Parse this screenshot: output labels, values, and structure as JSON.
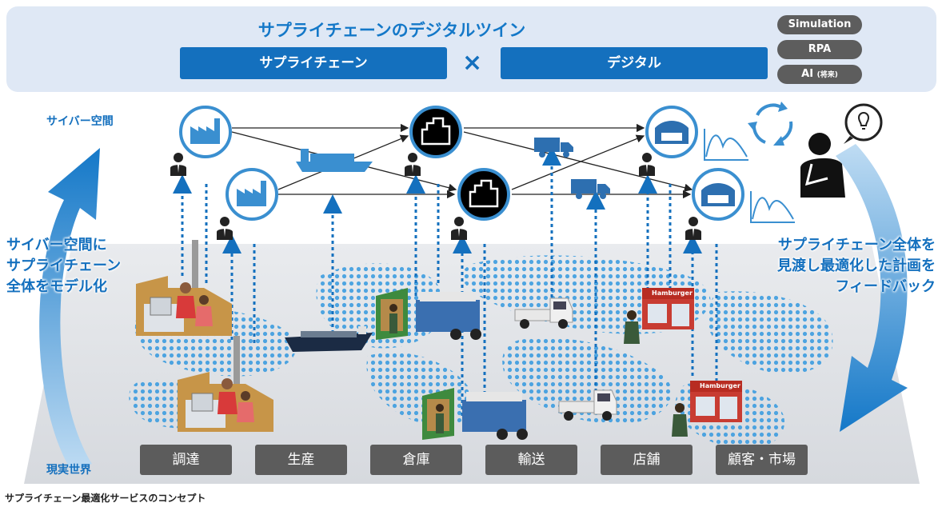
{
  "banner": {
    "title": "サプライチェーンのデジタルツイン",
    "left_box": "サプライチェーン",
    "times": "×",
    "right_box": "デジタル",
    "pills": [
      "Simulation",
      "RPA",
      "AI"
    ],
    "ai_note": "(将来)"
  },
  "cyber_label": "サイバー空間",
  "real_label": "現実世界",
  "left_text": [
    "サイバー空間に",
    "サプライチェーン",
    "全体をモデル化"
  ],
  "right_text": [
    "サプライチェーン全体を",
    "見渡し最適化した計画を",
    "フィードバック"
  ],
  "store_sign": "Hamburger",
  "stages": [
    "調達",
    "生産",
    "倉庫",
    "輸送",
    "店舗",
    "顧客・市場"
  ],
  "caption": "サプライチェーン最適化サービスのコンセプト",
  "colors": {
    "accent": "#1470be",
    "banner_bg": "#dfe8f5",
    "stage_bg": "#5c5c5c",
    "pill_bg": "#5d5d5d"
  }
}
